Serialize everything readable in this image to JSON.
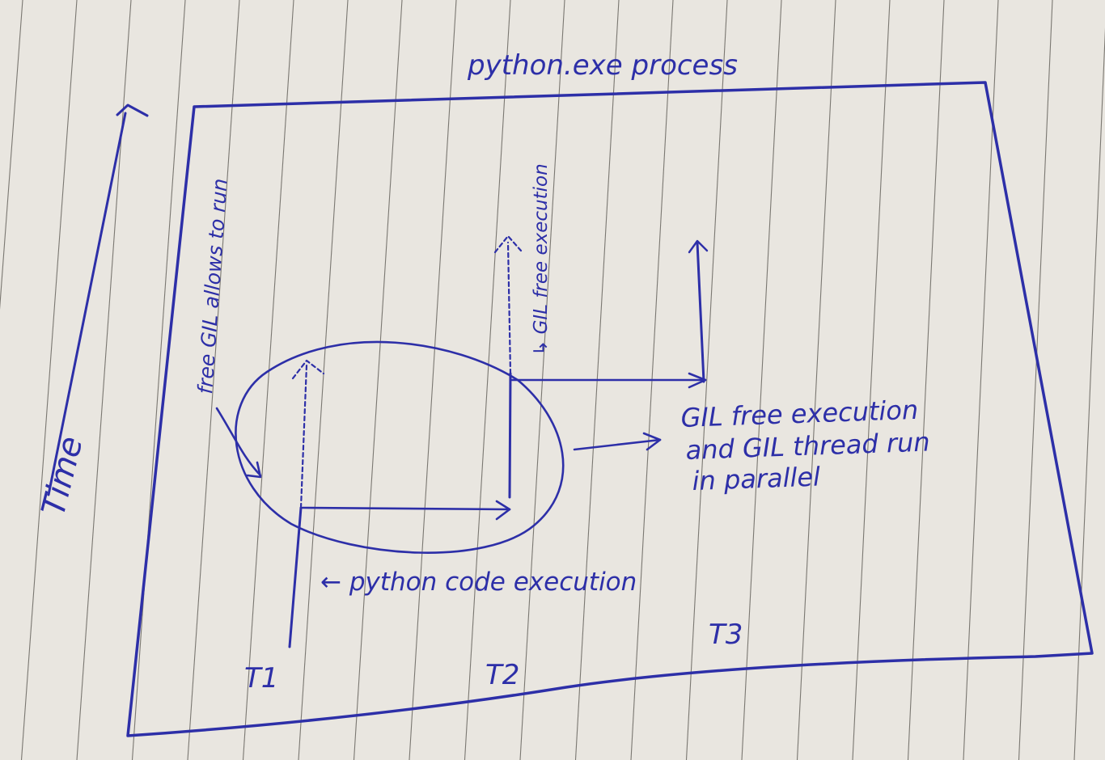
{
  "diagram": {
    "process_title": "python.exe process",
    "time_axis_label": "Time",
    "threads": [
      {
        "label": "T1"
      },
      {
        "label": "T2"
      },
      {
        "label": "T3"
      }
    ],
    "annotations": {
      "free_gil": "free GIL allows to run",
      "gil_free_execution": "↳ GIL free execution",
      "python_code": "← python code execution",
      "parallel_line1": "GIL free execution",
      "parallel_line2": "and GIL thread run",
      "parallel_line3": "in parallel"
    },
    "colors": {
      "ink": "#2d2fa8",
      "paper": "#e9e6e0",
      "ruling": "#55524c"
    }
  }
}
